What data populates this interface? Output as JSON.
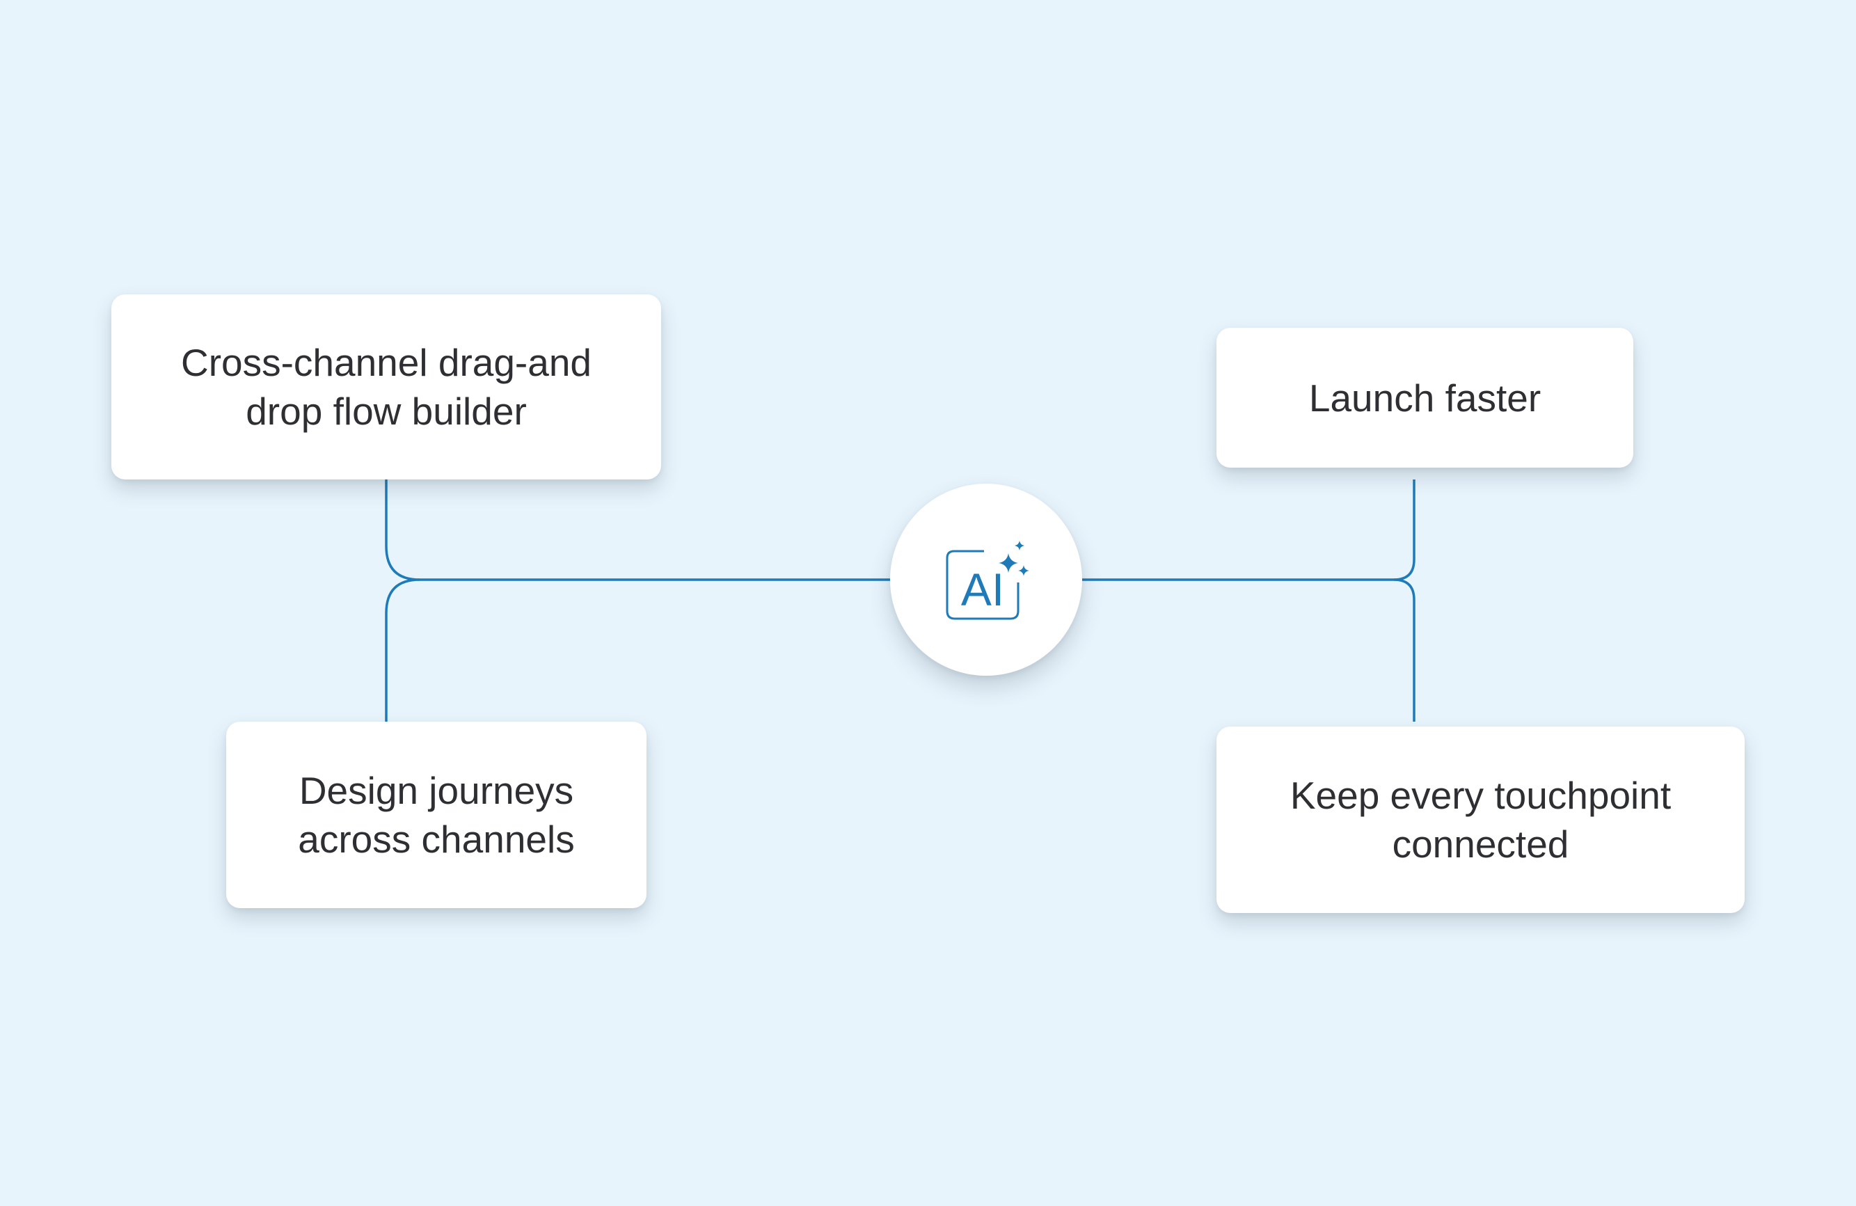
{
  "colors": {
    "background": "#e8f4fc",
    "connector": "#1f7ab8",
    "accent": "#1f7ab8",
    "card": "#ffffff",
    "text": "#2d2f33"
  },
  "hub": {
    "label": "AI",
    "icon": "ai-sparkle-icon"
  },
  "cards": {
    "top_left": "Cross-channel drag-and\ndrop flow builder",
    "bottom_left": "Design journeys\nacross channels",
    "top_right": "Launch faster",
    "bottom_right": "Keep every touchpoint\nconnected"
  }
}
